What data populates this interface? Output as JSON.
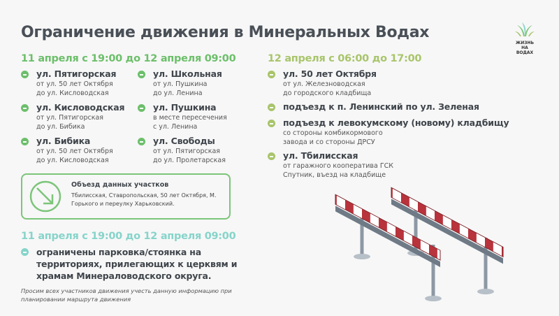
{
  "title": "Ограничение движения в Минеральных Водах",
  "logo": {
    "line1": "ЖИЗНЬ",
    "line2": "НА ВОДАХ"
  },
  "colors": {
    "green": "#6cbf6a",
    "lightgreen": "#a8c56b",
    "teal": "#86d4ca",
    "dark": "#4a5057"
  },
  "section1": {
    "header": "11 апреля с 19:00 до 12 апреля 09:00",
    "items": [
      {
        "title": "ул. Пятигорская",
        "line1": "от ул. 50 лет Октября",
        "line2": "до ул. Кисловодская"
      },
      {
        "title": "ул. Кисловодская",
        "line1": "от ул. Пятигорская",
        "line2": "до ул. Бибика"
      },
      {
        "title": "ул. Бибика",
        "line1": "от ул. 50 лет Октября",
        "line2": "до ул. Кисловодская"
      },
      {
        "title": "ул. Школьная",
        "line1": "от ул. Пушкина",
        "line2": "до ул. Ленина"
      },
      {
        "title": "ул. Пушкина",
        "line1": "в месте пересечения",
        "line2": "с ул. Ленина"
      },
      {
        "title": "ул. Свободы",
        "line1": "от ул. Пятигорская",
        "line2": "до ул. Пролетарская"
      }
    ]
  },
  "detour": {
    "title": "Объезд данных участков",
    "text": "Тбилисская, Ставропольская, 50 лет Октября, М. Горького и переулку Харьковский."
  },
  "section2": {
    "header": "12 апреля с 06:00 до 17:00",
    "items": [
      {
        "title": "ул. 50 лет Октября",
        "line1": "от ул. Железноводская",
        "line2": "до городского кладбища"
      },
      {
        "title": "подъезд к п. Ленинский по ул. Зеленая"
      },
      {
        "title": "подъезд к левокумскому (новому) кладбищу",
        "line1": "со стороны комбикормового",
        "line2": "завода и со стороны ДРСУ"
      },
      {
        "title": "ул. Тбилисская",
        "line1": "от гаражного кооператива ГСК",
        "line2": "Спутник, въезд на кладбище"
      }
    ]
  },
  "section3": {
    "header": "11  апреля с 19:00 до 12 апреля 09:00",
    "text": "ограничены парковка/стоянка на территориях, прилегающих к церквям и храмам Минераловодского округа."
  },
  "footer": "Просим всех участников движения учесть данную информацию при планировании маршрута движения"
}
